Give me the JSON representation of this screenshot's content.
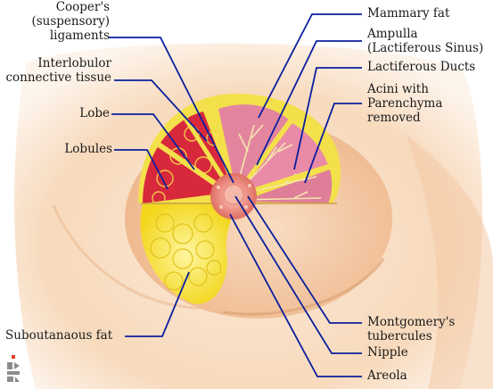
{
  "labels_left": [
    {
      "id": "coopers",
      "text": "Cooper's\n(suspensory)\nligaments"
    },
    {
      "id": "interlobular",
      "text": "Interlobulor\nconnective tissue"
    },
    {
      "id": "lobe",
      "text": "Lobe"
    },
    {
      "id": "lobules",
      "text": "Lobules"
    },
    {
      "id": "subcutaneous",
      "text": "Suboutanaous fat"
    }
  ],
  "labels_right": [
    {
      "id": "mammary-fat",
      "text": "Mammary fat"
    },
    {
      "id": "ampulla",
      "text": "Ampulla\n(Lactiferous Sinus)"
    },
    {
      "id": "ducts",
      "text": "Lactiferous Ducts"
    },
    {
      "id": "acini",
      "text": "Acini with\nParenchyma\nremoved"
    },
    {
      "id": "montgomery",
      "text": "Montgomery's\ntubercules"
    },
    {
      "id": "nipple",
      "text": "Nipple"
    },
    {
      "id": "areola",
      "text": "Areola"
    }
  ],
  "colors": {
    "leader": "#0a1f9e",
    "skin": "#f8dcc0",
    "skin_shadow": "#edb98c",
    "fat_yellow": "#f4e23a",
    "lobe_red": "#d8283c",
    "lobe_pink": "#e98aa6",
    "areola": "#e8867a",
    "nipple": "#f4b0a0"
  },
  "icons": {
    "logo": "publisher-logo"
  }
}
